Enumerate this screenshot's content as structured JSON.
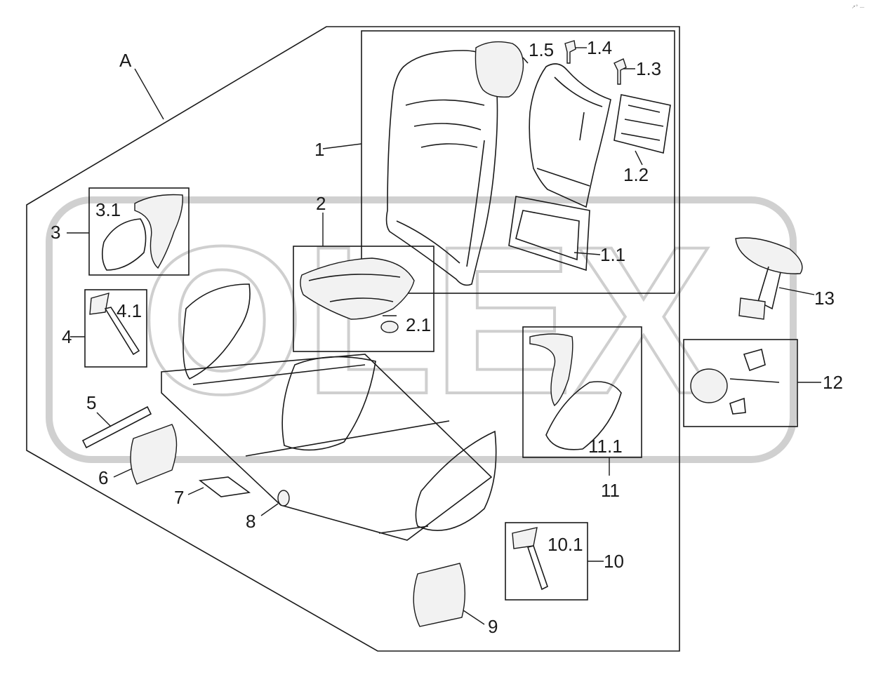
{
  "diagram": {
    "corner_mark": "↗° —",
    "watermark_text": "OLEX",
    "assembly_label": "A",
    "labels": {
      "l1": "1",
      "l1_1": "1.1",
      "l1_2": "1.2",
      "l1_3": "1.3",
      "l1_4": "1.4",
      "l1_5": "1.5",
      "l2": "2",
      "l2_1": "2.1",
      "l3": "3",
      "l3_1": "3.1",
      "l4": "4",
      "l4_1": "4.1",
      "l5": "5",
      "l6": "6",
      "l7": "7",
      "l8": "8",
      "l9": "9",
      "l10": "10",
      "l10_1": "10.1",
      "l11": "11",
      "l11_1": "11.1",
      "l12": "12",
      "l13": "13"
    },
    "colors": {
      "line": "#1a1a1a",
      "watermark": "#d0d0d0",
      "background": "#ffffff"
    }
  }
}
